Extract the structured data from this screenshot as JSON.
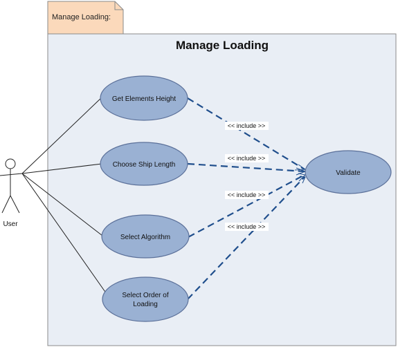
{
  "package": {
    "tab_label": "Manage Loading:",
    "title": "Manage Loading"
  },
  "actor": {
    "label": "User"
  },
  "use_cases": [
    {
      "id": "uc1",
      "lines": [
        "Get Elements Height"
      ]
    },
    {
      "id": "uc2",
      "lines": [
        "Choose Ship Length"
      ]
    },
    {
      "id": "uc3",
      "lines": [
        "Select Algorithm"
      ]
    },
    {
      "id": "uc4",
      "lines": [
        "Select Order of",
        "Loading"
      ]
    },
    {
      "id": "uc5",
      "lines": [
        "Validate"
      ]
    }
  ],
  "include_label": "<< include >>",
  "colors": {
    "package_fill": "#e9eef5",
    "package_tab_fill": "#fbd9bb",
    "usecase_fill": "#9ab1d3",
    "usecase_stroke": "#5b7099",
    "include_stroke": "#1f4e8c"
  }
}
